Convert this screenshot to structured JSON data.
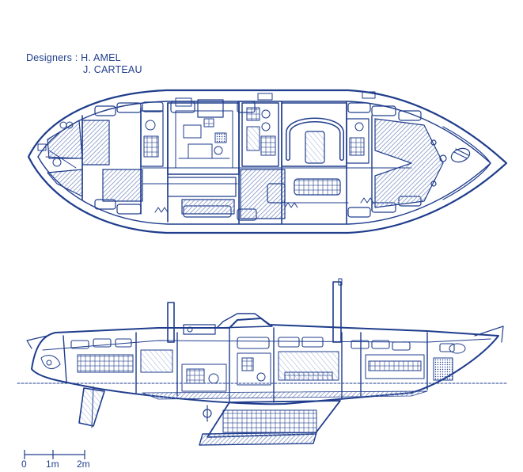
{
  "credits": {
    "label": "Designers :",
    "designers": [
      "H. AMEL",
      "J. CARTEAU"
    ]
  },
  "scale_bar": {
    "ticks": [
      "0",
      "1m",
      "2m"
    ]
  },
  "colors": {
    "ink": "#1f3d8c",
    "hatch": "#7f93c4",
    "paper": "#ffffff"
  }
}
